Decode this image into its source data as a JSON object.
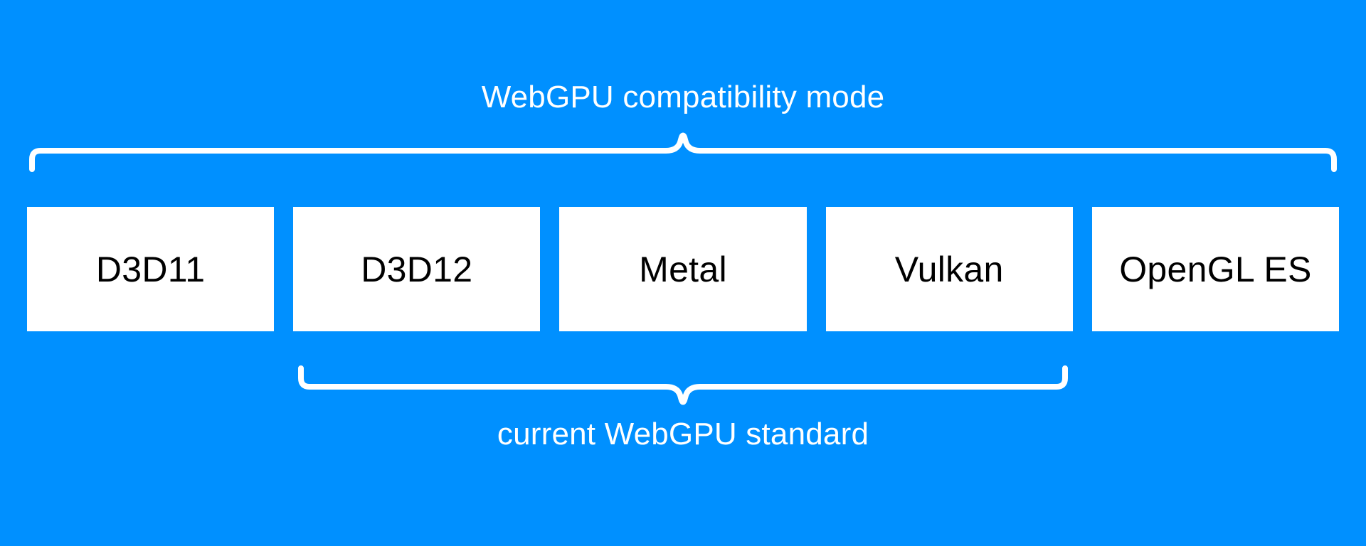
{
  "diagram": {
    "background_color": "#0090ff",
    "box_fill_color": "#ffffff",
    "box_text_color": "#000000",
    "caption_color": "#ffffff",
    "top_caption": "WebGPU compatibility mode",
    "bottom_caption": "current WebGPU standard",
    "boxes": [
      {
        "label": "D3D11"
      },
      {
        "label": "D3D12"
      },
      {
        "label": "Metal"
      },
      {
        "label": "Vulkan"
      },
      {
        "label": "OpenGL ES"
      }
    ],
    "braces": [
      {
        "name": "top-brace",
        "covers": [
          "D3D11",
          "D3D12",
          "Metal",
          "Vulkan",
          "OpenGL ES"
        ],
        "label": "WebGPU compatibility mode",
        "direction": "up"
      },
      {
        "name": "bottom-brace",
        "covers": [
          "D3D12",
          "Metal",
          "Vulkan"
        ],
        "label": "current WebGPU standard",
        "direction": "down"
      }
    ]
  }
}
